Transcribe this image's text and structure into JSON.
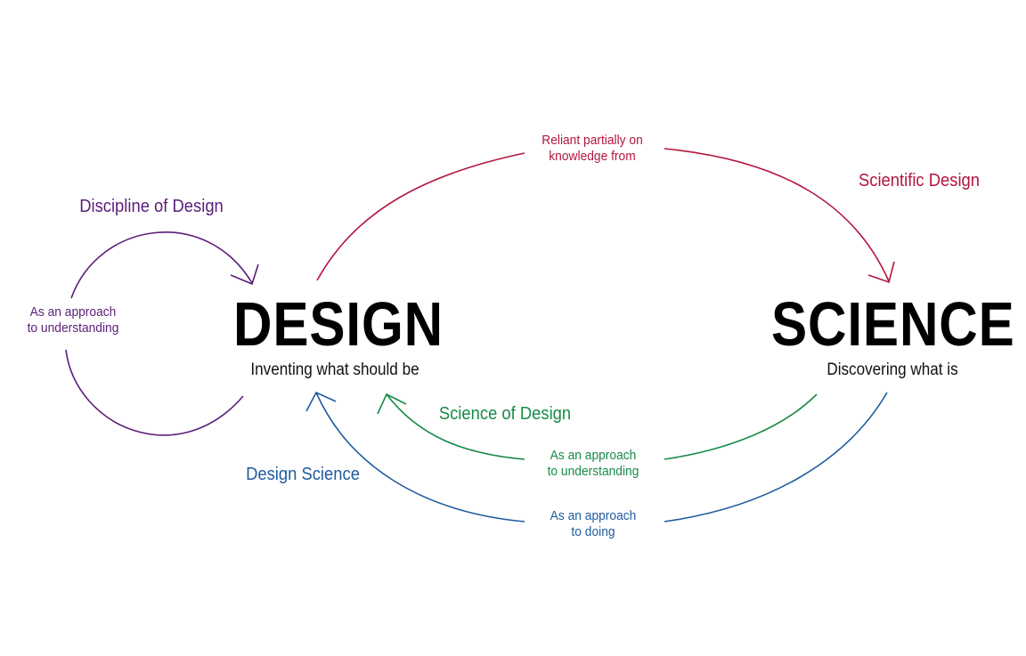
{
  "nodes": {
    "design": {
      "title": "DESIGN",
      "subtitle": "Inventing what should be"
    },
    "science": {
      "title": "SCIENCE",
      "subtitle": "Discovering what is"
    }
  },
  "relations": {
    "discipline_of_design": {
      "name": "Discipline of Design",
      "note_line1": "As an approach",
      "note_line2": "to understanding",
      "color": "#5b1e7a"
    },
    "scientific_design": {
      "name": "Scientific Design",
      "note_line1": "Reliant partially on",
      "note_line2": "knowledge from",
      "color": "#b3163e"
    },
    "science_of_design": {
      "name": "Science of Design",
      "note_line1": "As an approach",
      "note_line2": "to understanding",
      "color": "#168a47"
    },
    "design_science": {
      "name": "Design Science",
      "note_line1": "As an approach",
      "note_line2": "to doing",
      "color": "#1f5c9e"
    }
  }
}
